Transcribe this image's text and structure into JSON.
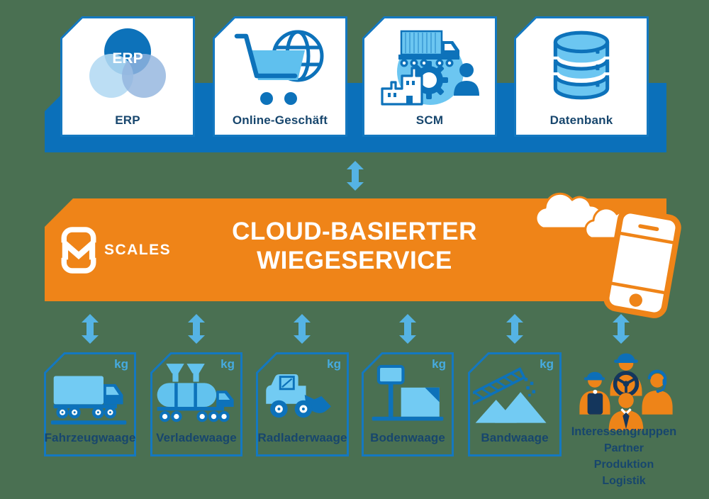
{
  "colors": {
    "background": "#4a7052",
    "band_blue": "#0b70ba",
    "card_border_blue": "#1478c0",
    "icon_dark_blue": "#0d72ba",
    "icon_light_blue": "#62c2ee",
    "icon_lighter_blue": "#72cbf3",
    "arrow_blue": "#55b3e4",
    "label_navy": "#17466d",
    "people_navy": "#14365c",
    "orange": "#ef8418",
    "white": "#ffffff",
    "kg_blue": "#46abe0"
  },
  "top_row": {
    "cards": [
      {
        "label": "ERP",
        "icon": "erp-venn-icon",
        "venn_text": "ERP"
      },
      {
        "label": "Online-Geschäft",
        "icon": "cart-globe-icon"
      },
      {
        "label": "SCM",
        "icon": "supply-chain-icon"
      },
      {
        "label": "Datenbank",
        "icon": "database-icon"
      }
    ]
  },
  "banner": {
    "logo_text": "SCALES",
    "title_line1": "CLOUD-BASIERTER",
    "title_line2": "WIEGESERVICE"
  },
  "bottom_row": {
    "cards": [
      {
        "label": "Fahrzeugwaage",
        "badge": "kg",
        "icon": "truck-scale-icon"
      },
      {
        "label": "Verladewaage",
        "badge": "kg",
        "icon": "tanker-loading-icon"
      },
      {
        "label": "Radladerwaage",
        "badge": "kg",
        "icon": "wheel-loader-icon"
      },
      {
        "label": "Bodenwaage",
        "badge": "kg",
        "icon": "floor-scale-icon"
      },
      {
        "label": "Bandwaage",
        "badge": "kg",
        "icon": "belt-scale-icon"
      }
    ]
  },
  "stakeholders": {
    "title": "Interessengruppen",
    "items": [
      "Partner",
      "Produktion",
      "Logistik"
    ],
    "icon": "people-group-icon"
  }
}
